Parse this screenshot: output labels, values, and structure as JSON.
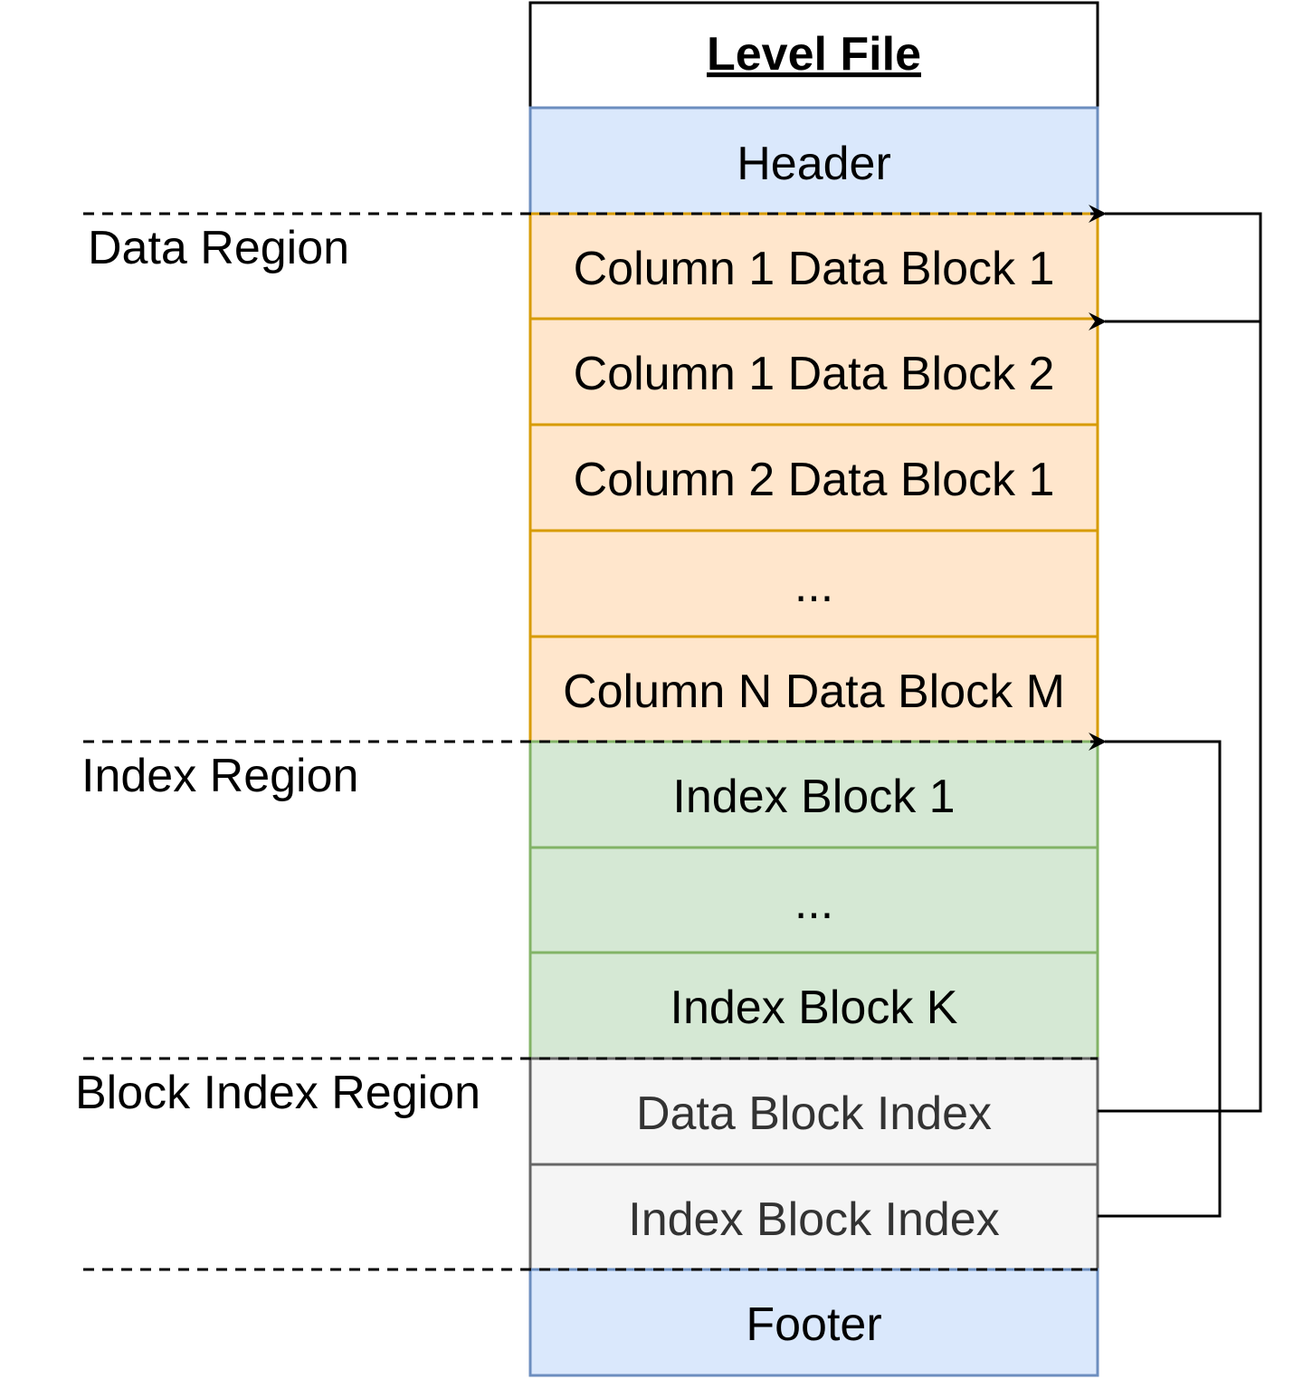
{
  "title": "Level File",
  "regions": {
    "data": "Data Region",
    "index": "Index Region",
    "block_index": "Block Index Region"
  },
  "blocks": {
    "header": "Header",
    "data_block_1": "Column 1 Data Block 1",
    "data_block_2": "Column 1 Data Block 2",
    "data_block_3": "Column 2 Data Block 1",
    "data_ellipsis": "...",
    "data_block_m": "Column N Data Block M",
    "index_block_1": "Index Block 1",
    "index_ellipsis": "...",
    "index_block_k": "Index Block K",
    "data_block_index": "Data Block Index",
    "index_block_index": "Index Block Index",
    "footer": "Footer"
  },
  "colors": {
    "header_fill": "#dae8fc",
    "header_stroke": "#6c8ebf",
    "data_fill": "#ffe6cc",
    "data_stroke": "#d79b00",
    "index_fill": "#d5e8d4",
    "index_stroke": "#82b366",
    "block_index_fill": "#f5f5f5",
    "block_index_stroke": "#666666"
  }
}
